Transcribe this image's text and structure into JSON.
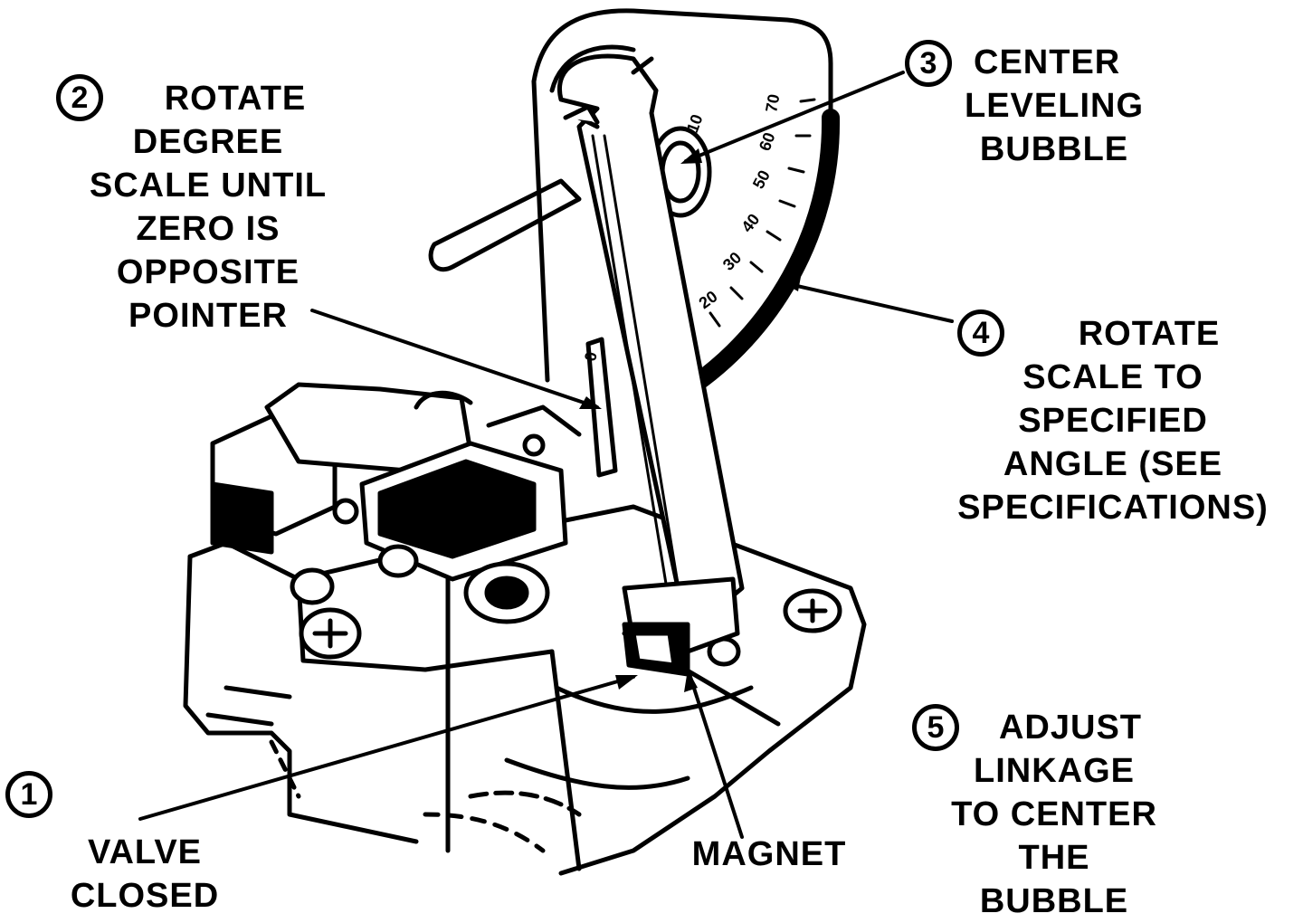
{
  "callouts": [
    {
      "number": "1",
      "lines": [
        "VALVE",
        "CLOSED"
      ]
    },
    {
      "number": "2",
      "lines": [
        "ROTATE",
        "DEGREE",
        "SCALE UNTIL",
        "ZERO IS",
        "OPPOSITE",
        "POINTER"
      ]
    },
    {
      "number": "3",
      "lines": [
        "CENTER",
        "LEVELING",
        "BUBBLE"
      ]
    },
    {
      "number": "4",
      "lines": [
        "ROTATE",
        "SCALE TO",
        "SPECIFIED",
        "ANGLE (SEE",
        "SPECIFICATIONS)"
      ]
    },
    {
      "number": "5",
      "lines": [
        "ADJUST",
        "LINKAGE",
        "TO CENTER",
        "THE",
        "BUBBLE"
      ]
    }
  ],
  "magnet_label": "MAGNET",
  "scale_marks": [
    "70",
    "60",
    "50",
    "40",
    "30",
    "20",
    "10",
    "0"
  ]
}
